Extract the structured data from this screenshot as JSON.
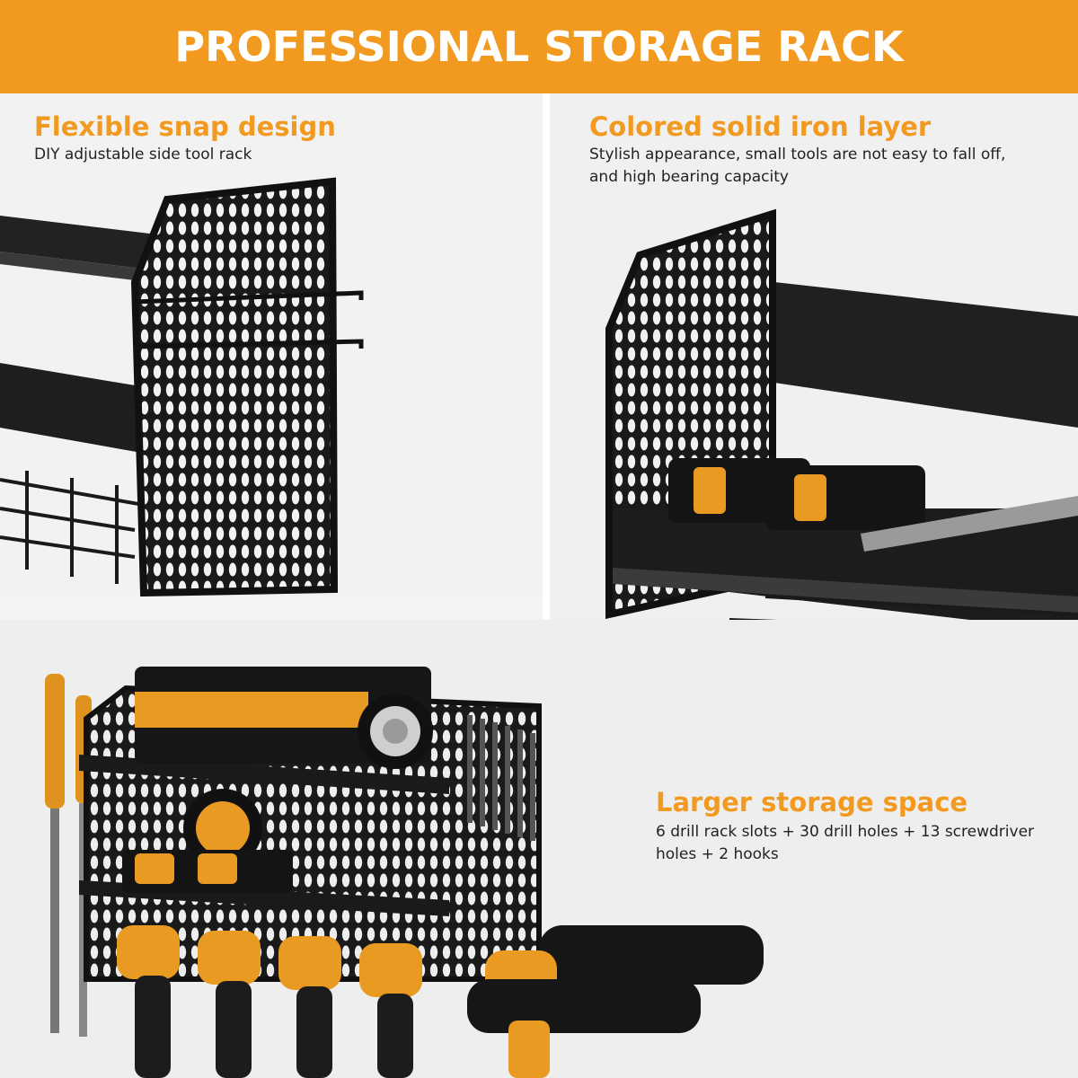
{
  "banner": {
    "title": "PROFESSIONAL STORAGE RACK"
  },
  "features": [
    {
      "title": "Flexible snap design",
      "description": "DIY adjustable side tool rack"
    },
    {
      "title": "Colored solid iron layer",
      "description": "Stylish appearance, small tools are not easy to fall off, and high bearing capacity"
    },
    {
      "title": "Larger storage space",
      "description": "6 drill rack slots + 30 drill holes + 13 screwdriver holes + 2 hooks"
    }
  ],
  "colors": {
    "accent": "#f29a1f",
    "rack": "#1b1b1b",
    "background": "#f2f2f2"
  }
}
